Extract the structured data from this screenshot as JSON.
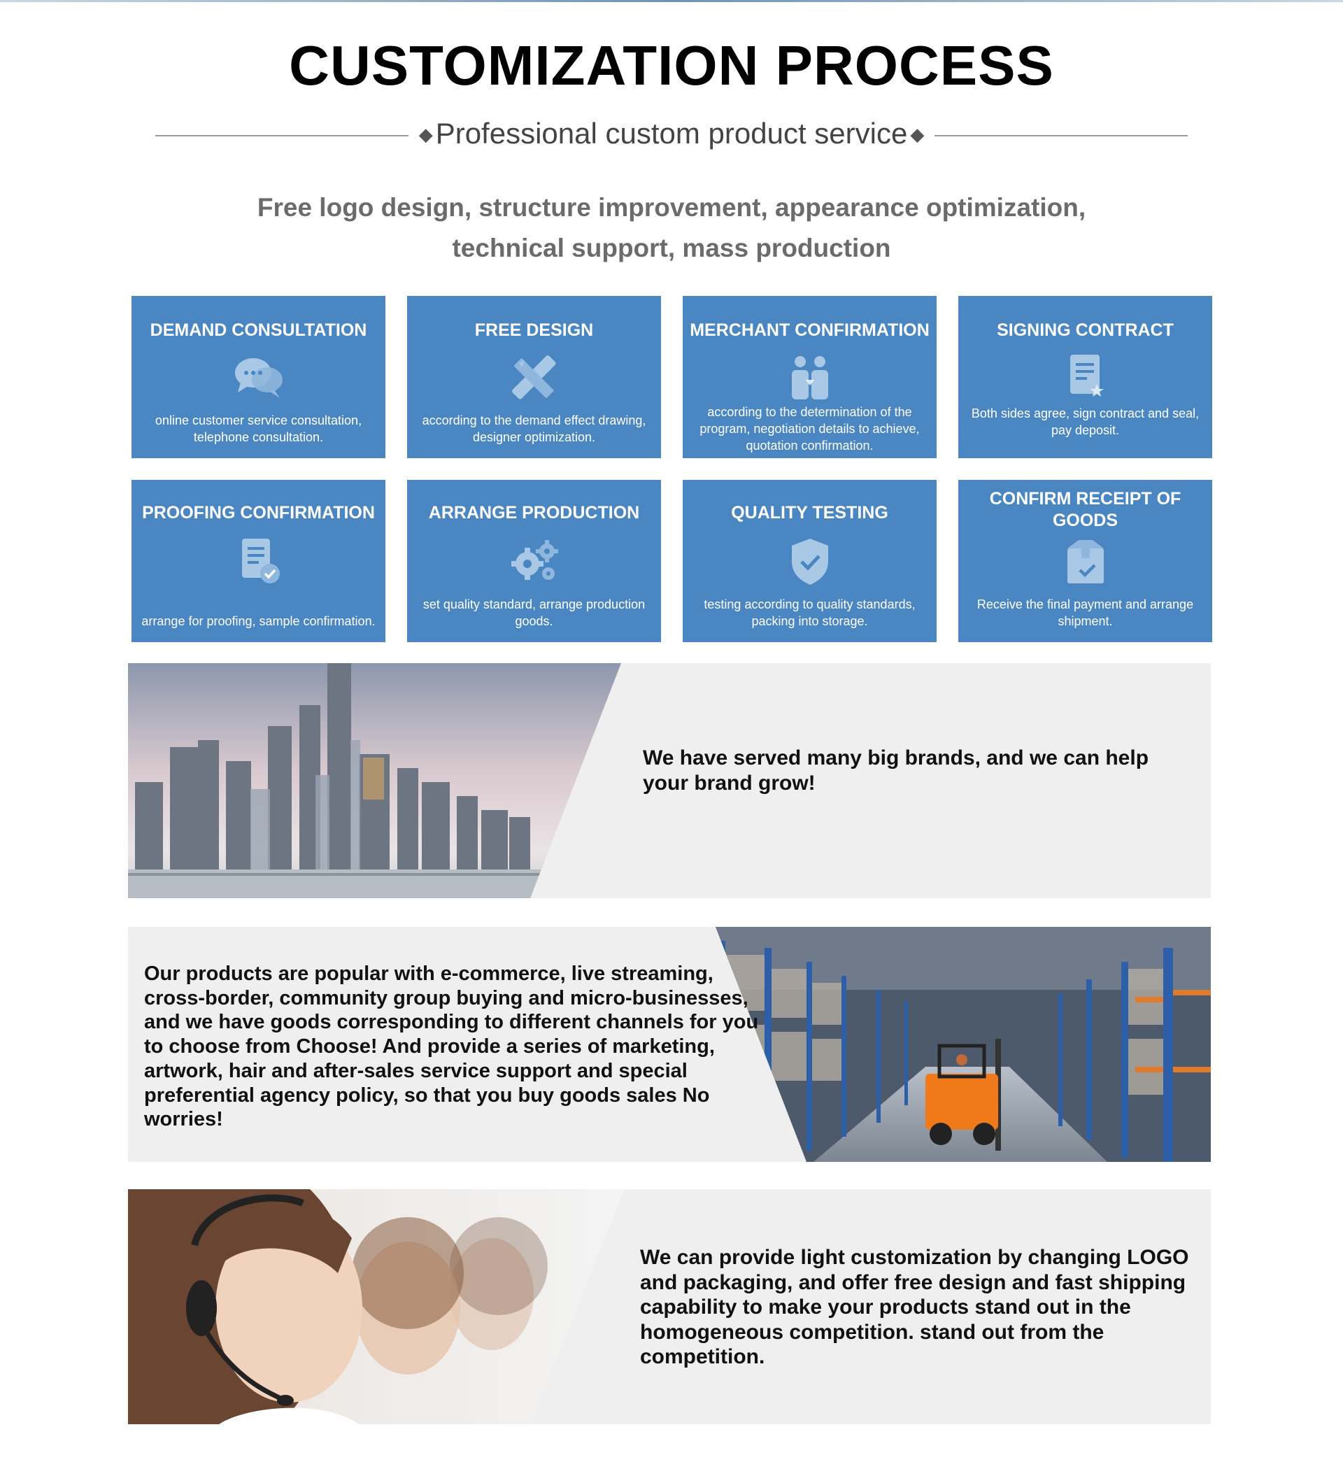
{
  "header": {
    "title": "CUSTOMIZATION PROCESS",
    "subtitle": "Professional custom product service",
    "diamond": "◆",
    "intro_line1": "Free logo design, structure improvement, appearance optimization,",
    "intro_line2": "technical support, mass production"
  },
  "steps": [
    {
      "title": "DEMAND CONSULTATION",
      "icon": "chat-bubbles-icon",
      "desc": "online customer service consultation, telephone consultation."
    },
    {
      "title": "FREE DESIGN",
      "icon": "pencil-ruler-icon",
      "desc": "according to the demand effect drawing, designer optimization."
    },
    {
      "title": "MERCHANT CONFIRMATION",
      "icon": "people-icon",
      "desc": "according to the determination of the program, negotiation details to achieve, quotation confirmation."
    },
    {
      "title": "SIGNING CONTRACT",
      "icon": "contract-icon",
      "desc": "Both sides agree, sign contract and seal, pay deposit."
    },
    {
      "title": "PROOFING CONFIRMATION",
      "icon": "document-check-icon",
      "desc": "arrange for proofing, sample confirmation."
    },
    {
      "title": "ARRANGE PRODUCTION",
      "icon": "gears-icon",
      "desc": "set quality standard, arrange production goods."
    },
    {
      "title": "QUALITY TESTING",
      "icon": "shield-check-icon",
      "desc": "testing according to quality standards, packing into storage."
    },
    {
      "title": "CONFIRM RECEIPT OF GOODS",
      "icon": "box-check-icon",
      "desc": "Receive the final payment and arrange shipment."
    }
  ],
  "banners": [
    {
      "image": "city-skyline-photo",
      "text": "We have served many big brands, and we can help your brand grow!"
    },
    {
      "image": "warehouse-forklift-photo",
      "text": "Our products are popular with e-commerce, live streaming, cross-border, community group buying and micro-businesses, and we have goods corresponding to different channels for you to choose from Choose! And provide a series of marketing, artwork, hair and after-sales service support and special preferential agency policy, so that you buy goods sales No worries!"
    },
    {
      "image": "customer-service-photo",
      "text": "We can provide light customization by changing LOGO and packaging, and offer free design and fast shipping capability to make your products stand out in the homogeneous competition. stand out from the competition."
    }
  ],
  "colors": {
    "card_blue": "#4a86c1",
    "banner_gray": "#efefef",
    "icon_light": "#a9c8e6"
  }
}
